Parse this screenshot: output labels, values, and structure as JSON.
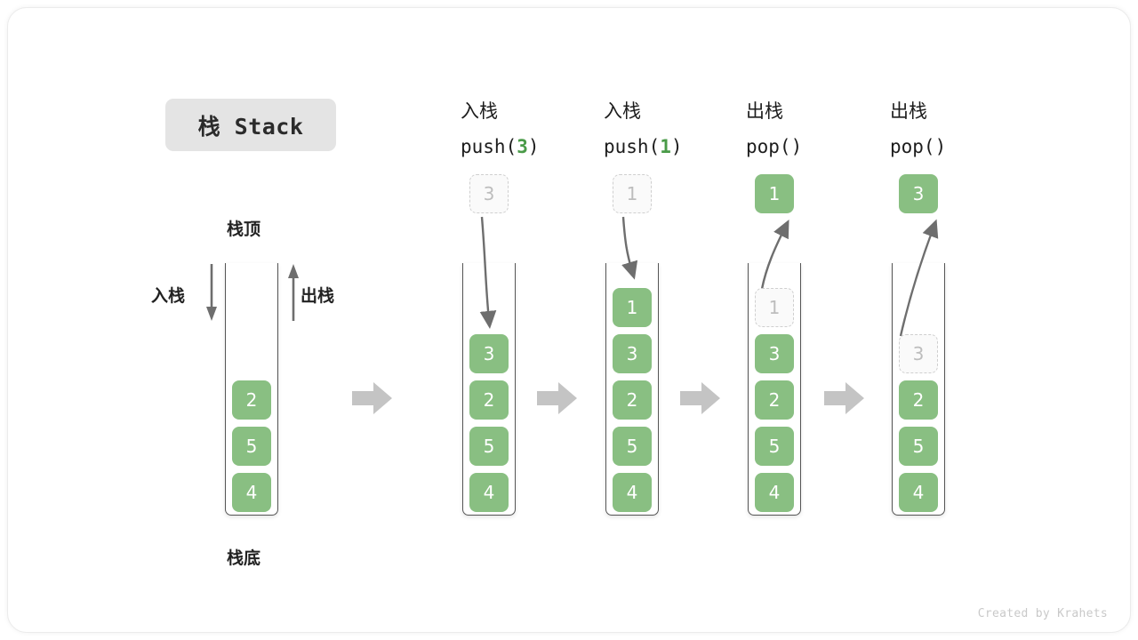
{
  "title": "栈 Stack",
  "credit": "Created by Krahets",
  "colors": {
    "cell_green": "#89bf82",
    "ghost_fill": "#fafafa",
    "ghost_border": "#cfcfcf",
    "arrow_gray": "#c4c4c4",
    "connector_gray": "#6e6e6e",
    "chip_bg": "#e4e4e4",
    "accent_arg": "#4a9b48"
  },
  "annotations": {
    "top": "栈顶",
    "bottom": "栈底",
    "push_side": "入栈",
    "pop_side": "出栈"
  },
  "stages": [
    {
      "id": "stage-initial",
      "op_cn": "",
      "op_code_prefix": "",
      "op_code_arg": "",
      "op_code_suffix": "",
      "cells": [
        "2",
        "5",
        "4"
      ],
      "ghost_index": -1,
      "float": null
    },
    {
      "id": "stage-push-3",
      "op_cn": "入栈",
      "op_code_prefix": "push(",
      "op_code_arg": "3",
      "op_code_suffix": ")",
      "cells": [
        "3",
        "2",
        "5",
        "4"
      ],
      "ghost_index": -1,
      "float": {
        "value": "3",
        "kind": "ghost"
      }
    },
    {
      "id": "stage-push-1",
      "op_cn": "入栈",
      "op_code_prefix": "push(",
      "op_code_arg": "1",
      "op_code_suffix": ")",
      "cells": [
        "1",
        "3",
        "2",
        "5",
        "4"
      ],
      "ghost_index": -1,
      "float": {
        "value": "1",
        "kind": "ghost"
      }
    },
    {
      "id": "stage-pop-1",
      "op_cn": "出栈",
      "op_code_prefix": "pop(",
      "op_code_arg": "",
      "op_code_suffix": ")",
      "cells": [
        "1",
        "3",
        "2",
        "5",
        "4"
      ],
      "ghost_index": 0,
      "float": {
        "value": "1",
        "kind": "solid"
      }
    },
    {
      "id": "stage-pop-3",
      "op_cn": "出栈",
      "op_code_prefix": "pop(",
      "op_code_arg": "",
      "op_code_suffix": ")",
      "cells": [
        "3",
        "2",
        "5",
        "4"
      ],
      "ghost_index": 0,
      "float": {
        "value": "3",
        "kind": "solid"
      }
    }
  ]
}
